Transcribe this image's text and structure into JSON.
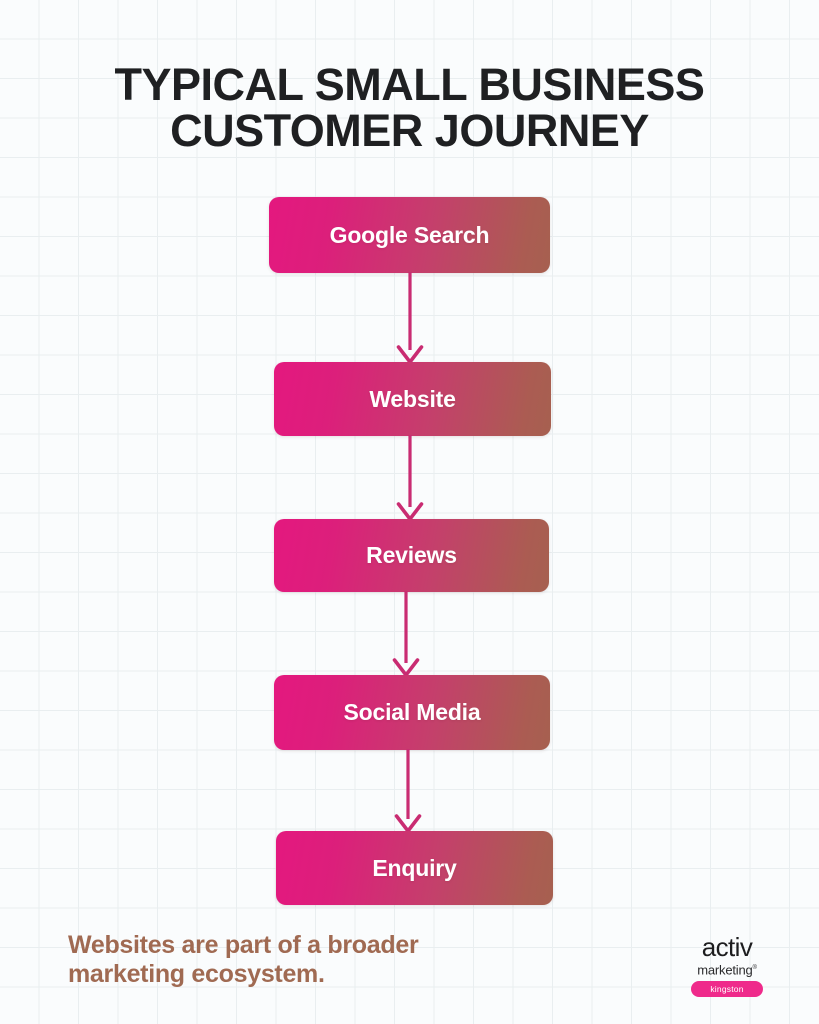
{
  "title": {
    "line1": "TYPICAL SMALL BUSINESS",
    "line2": "CUSTOMER JOURNEY"
  },
  "flow": {
    "steps": [
      {
        "label": "Google Search"
      },
      {
        "label": "Website"
      },
      {
        "label": "Reviews"
      },
      {
        "label": "Social Media"
      },
      {
        "label": "Enquiry"
      }
    ],
    "connector_icon": "down-arrow-icon",
    "connector_color": "#c92c72"
  },
  "caption": {
    "line1": "Websites are part of a broader",
    "line2": "marketing ecosystem."
  },
  "logo": {
    "wordmark": "activ",
    "subtitle": "marketing",
    "trademark": "®",
    "badge": "kingston"
  },
  "colors": {
    "background": "#fafcfd",
    "grid_line": "#e9eef0",
    "title_text": "#1f2022",
    "node_gradient_start": "#e4187f",
    "node_gradient_end": "#a66050",
    "node_label": "#ffffff",
    "caption_text": "#a06a52",
    "logo_badge": "#ef2a8b"
  },
  "chart_data": {
    "type": "diagram",
    "diagram_kind": "vertical-flowchart",
    "title": "TYPICAL SMALL BUSINESS CUSTOMER JOURNEY",
    "nodes": [
      "Google Search",
      "Website",
      "Reviews",
      "Social Media",
      "Enquiry"
    ],
    "edges": [
      {
        "from": "Google Search",
        "to": "Website",
        "style": "arrow-down"
      },
      {
        "from": "Website",
        "to": "Reviews",
        "style": "arrow-down"
      },
      {
        "from": "Reviews",
        "to": "Social Media",
        "style": "arrow-down"
      },
      {
        "from": "Social Media",
        "to": "Enquiry",
        "style": "arrow-down"
      }
    ],
    "annotation": "Websites are part of a broader marketing ecosystem."
  }
}
